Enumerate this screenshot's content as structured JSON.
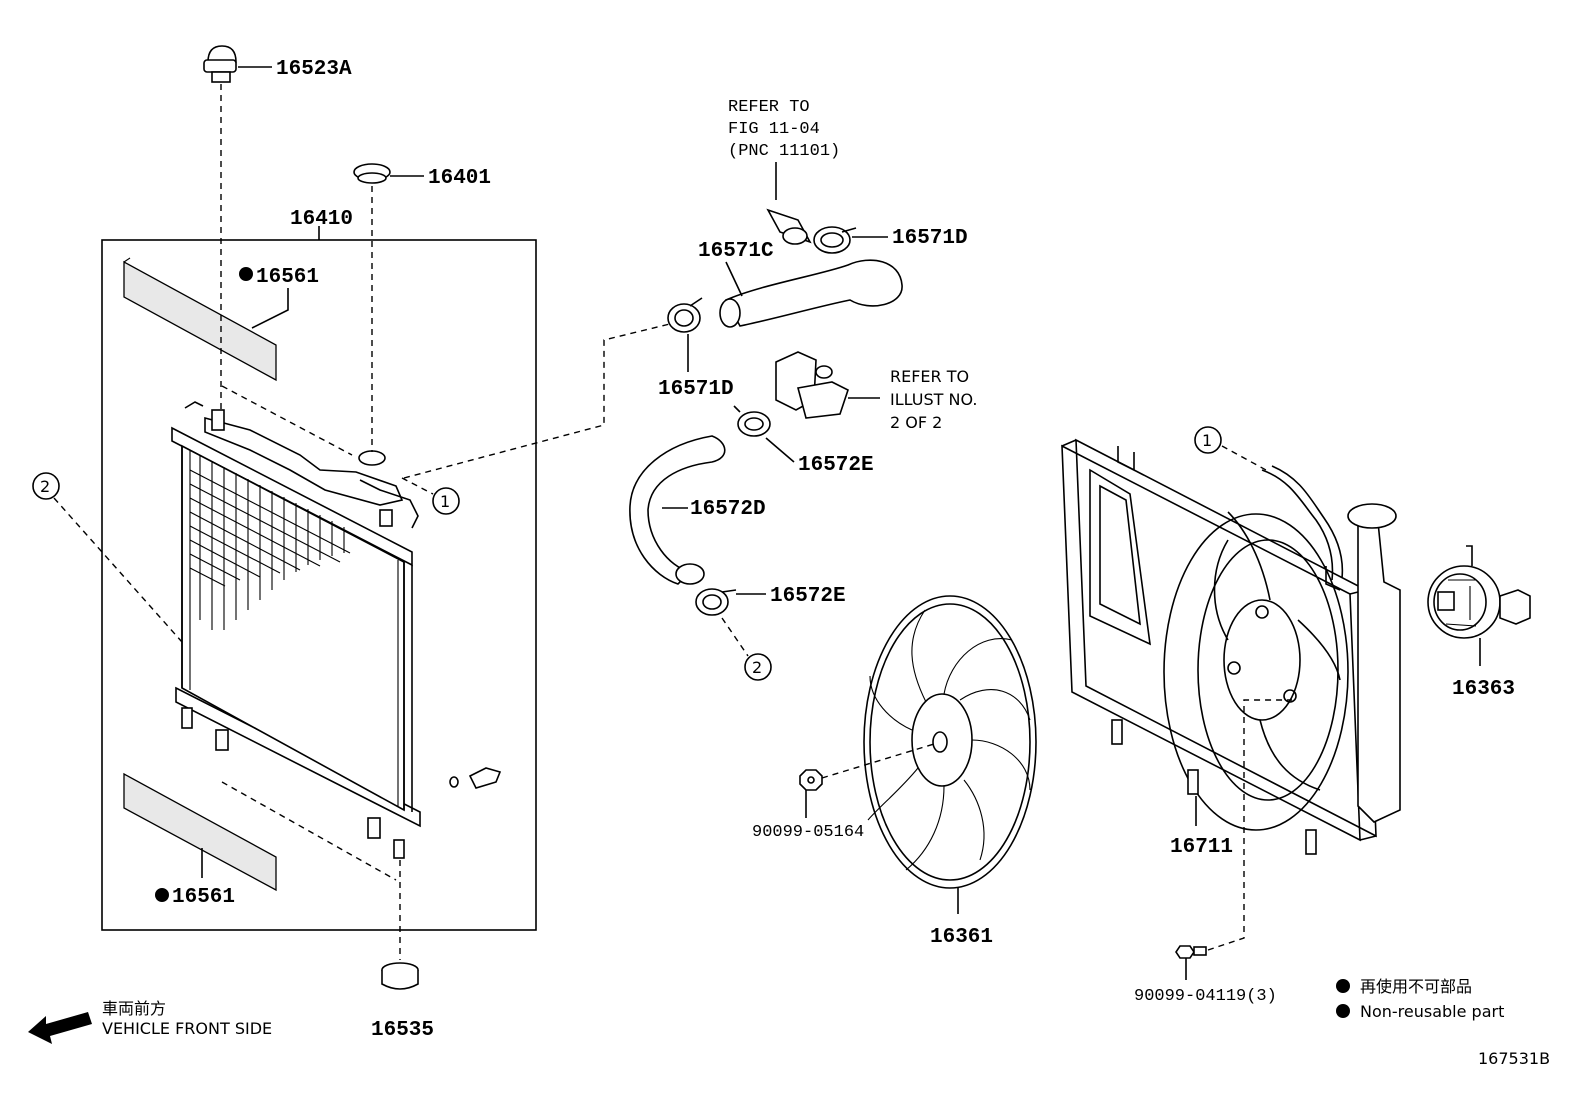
{
  "part_numbers": {
    "p16523A": "16523A",
    "p16401": "16401",
    "p16410": "16410",
    "p16561_top": "16561",
    "p16561_bottom": "16561",
    "p16535": "16535",
    "p16571C": "16571C",
    "p16571D_top": "16571D",
    "p16571D_left": "16571D",
    "p16572E_top": "16572E",
    "p16572D": "16572D",
    "p16572E_bottom": "16572E",
    "p90099_05164": "90099-05164",
    "p16361": "16361",
    "p16711": "16711",
    "p16363": "16363",
    "p90099_04119": "90099-04119(3)"
  },
  "references": {
    "fig_line1": "REFER TO",
    "fig_line2": "FIG 11-04",
    "fig_line3": "(PNC 11101)",
    "illust_line1": "REFER TO",
    "illust_line2": "ILLUST NO.",
    "illust_line3": "2 OF 2"
  },
  "circle_markers": {
    "one_a": "1",
    "one_b": "1",
    "two_a": "2",
    "two_b": "2"
  },
  "legend": {
    "japanese": "再使用不可部品",
    "english": "Non-reusable part"
  },
  "direction": {
    "japanese": "車両前方",
    "english": "VEHICLE FRONT SIDE"
  },
  "figure_id": "167531B"
}
